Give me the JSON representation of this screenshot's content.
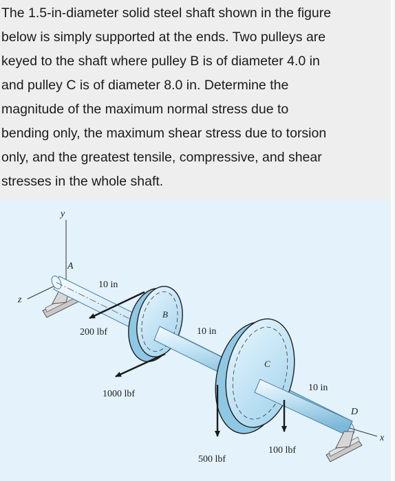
{
  "problem": {
    "lines": [
      "The 1.5-in-diameter solid steel shaft shown in the figure",
      "below is simply supported at the ends. Two pulleys are",
      "keyed to the shaft where pulley B is of diameter 4.0 in",
      "and pulley C is of diameter 8.0 in. Determine the",
      "magnitude of the maximum normal stress due to",
      "bending only, the maximum shear stress due to torsion",
      "only, and the greatest tensile, compressive, and shear",
      "stresses in the whole shaft."
    ]
  },
  "figure": {
    "axis_y": "y",
    "axis_z": "z",
    "axis_x": "x",
    "point_a": "A",
    "point_b": "B",
    "point_c": "C",
    "point_d": "D",
    "dim_ab": "10 in",
    "dim_bc": "10 in",
    "dim_cd": "10 in",
    "force_200": "200 lbf",
    "force_1000": "1000 lbf",
    "force_500": "500 lbf",
    "force_100": "100 lbf"
  }
}
